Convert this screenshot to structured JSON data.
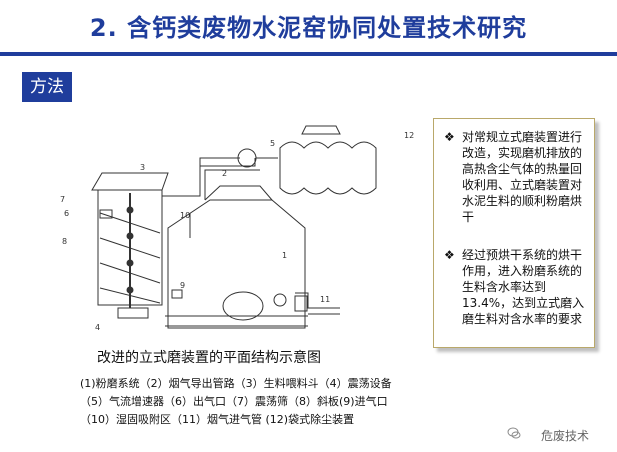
{
  "slide": {
    "title": "2. 含钙类废物水泥窑协同处置技术研究",
    "section_label": "方法"
  },
  "diagram": {
    "caption": "改进的立式磨装置的平面结构示意图",
    "legend": "(1)粉磨系统（2）烟气导出管路（3）生料喂料斗（4）震荡设备（5）气流增速器（6）出气口（7）震荡筛（8）斜板(9)进气口（10）湿固吸附区（11）烟气进气管 (12)袋式除尘装置",
    "numbers": [
      "1",
      "2",
      "3",
      "4",
      "5",
      "6",
      "7",
      "8",
      "9",
      "10",
      "11",
      "12"
    ]
  },
  "notes": [
    {
      "bullet": "❖",
      "text": "对常规立式磨装置进行改造，实现磨机排放的高热含尘气体的热量回收利用、立式磨装置对水泥生料的顺利粉磨烘干"
    },
    {
      "bullet": "❖",
      "text": "经过预烘干系统的烘干作用，进入粉磨系统的生料含水率达到13.4%，达到立式磨入磨生料对含水率的要求"
    }
  ],
  "watermark": {
    "text": "危废技术",
    "icon": "wechat-icon"
  },
  "colors": {
    "title": "#1f3d9c",
    "accent": "#1f3d9c",
    "box_border": "#b9a86a"
  }
}
